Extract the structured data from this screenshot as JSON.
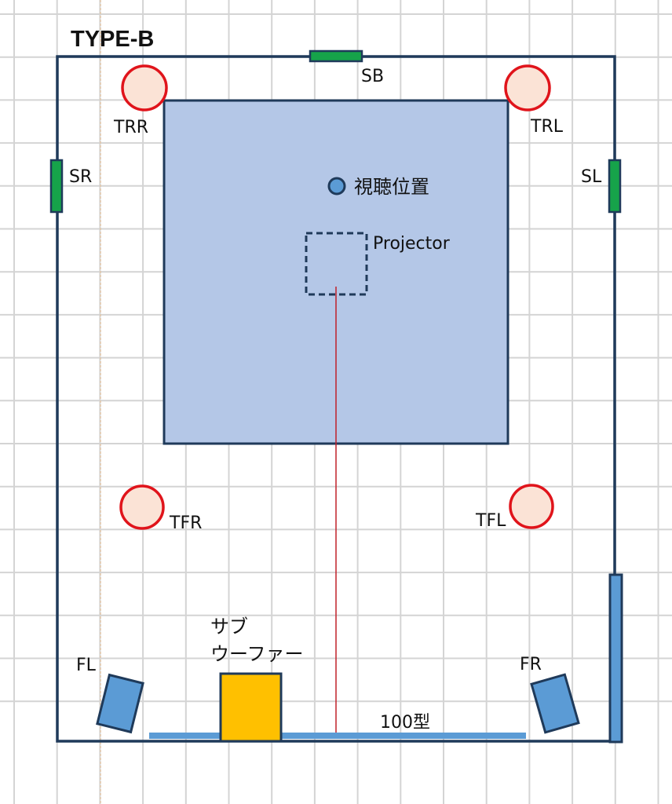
{
  "title": "TYPE-B",
  "colors": {
    "wall": "#1f3a5a",
    "grid": "#d4d4d4",
    "area": "#b4c7e7",
    "speaker_top_fill": "#fbe3d6",
    "speaker_top_stroke": "#e0141b",
    "surround": "#16a34a",
    "front": "#5b9bd5",
    "sub": "#ffc000",
    "beam": "#c0202a"
  },
  "labels": {
    "sb": "SB",
    "sr": "SR",
    "sl": "SL",
    "trr": "TRR",
    "trl": "TRL",
    "tfr": "TFR",
    "tfl": "TFL",
    "fl": "FL",
    "fr": "FR",
    "listening": "視聴位置",
    "projector": "Projector",
    "sub_line1": "サブ",
    "sub_line2": "ウーファー",
    "screen": "100型"
  }
}
